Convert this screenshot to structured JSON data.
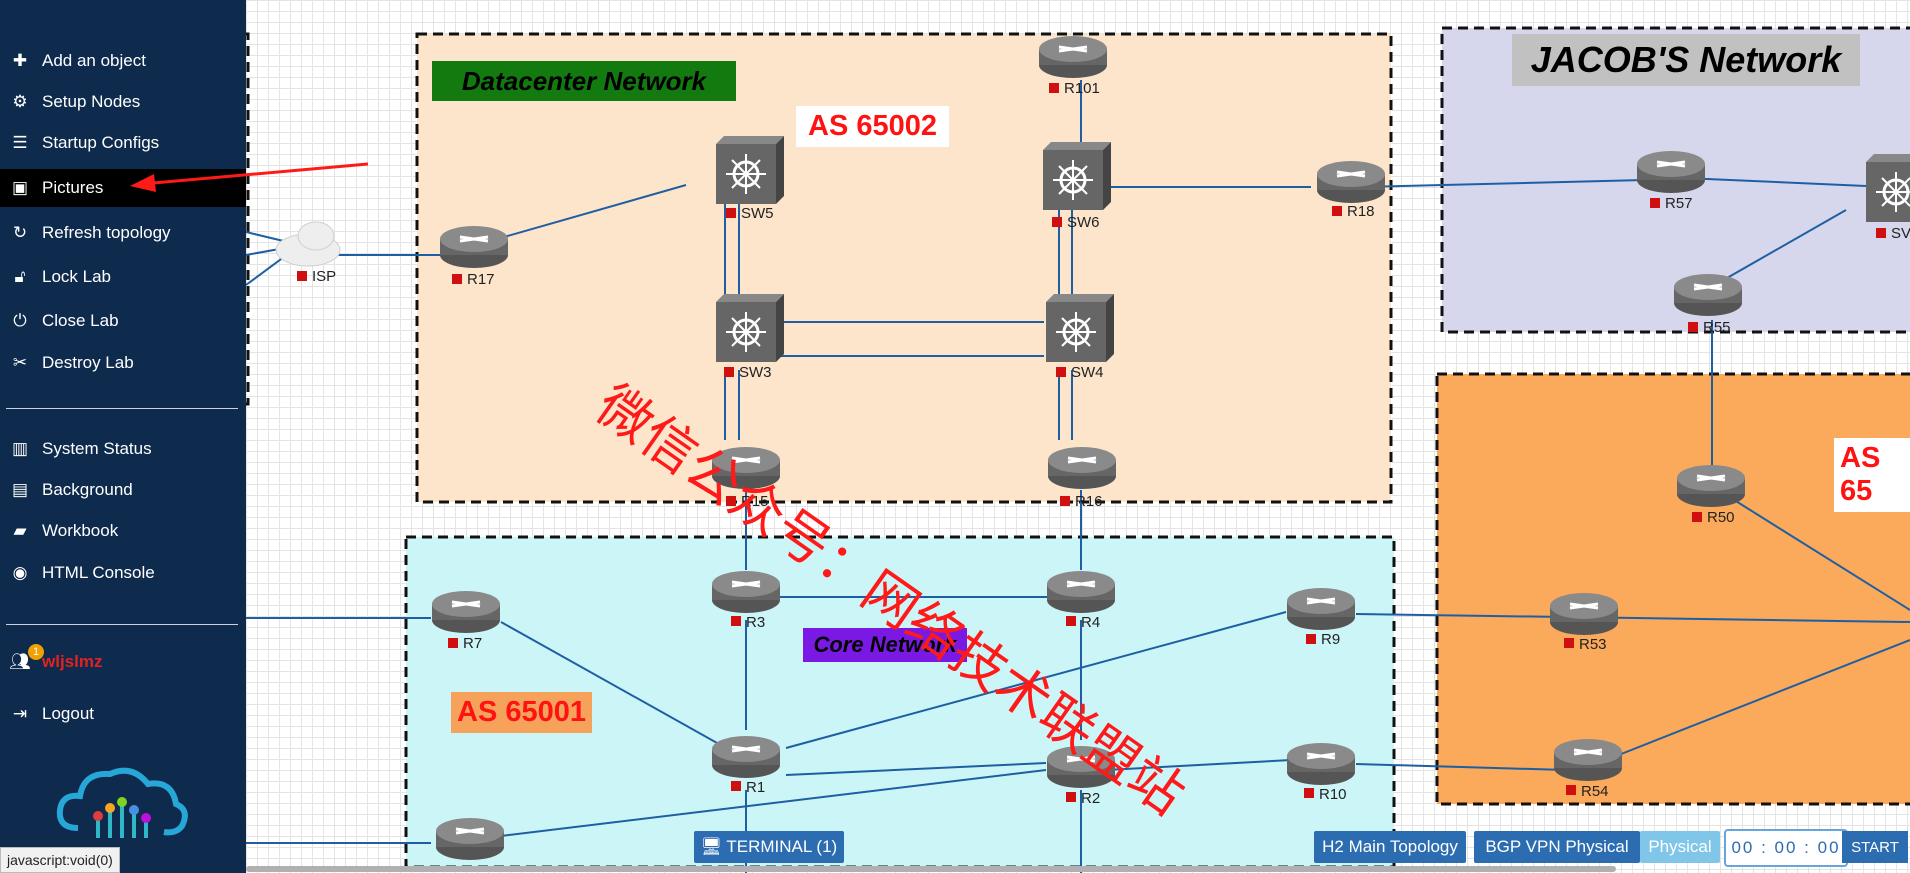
{
  "sidebar": {
    "items": [
      {
        "label": "Add an object",
        "icon": "plus-icon"
      },
      {
        "label": "Setup Nodes",
        "icon": "gears-icon"
      },
      {
        "label": "Startup Configs",
        "icon": "list-icon"
      },
      {
        "label": "Pictures",
        "icon": "image-icon"
      },
      {
        "label": "Refresh topology",
        "icon": "refresh-icon"
      },
      {
        "label": "Lock Lab",
        "icon": "unlock-icon"
      },
      {
        "label": "Close Lab",
        "icon": "power-icon"
      },
      {
        "label": "Destroy Lab",
        "icon": "unlink-icon"
      },
      {
        "label": "System Status",
        "icon": "bar-chart-icon"
      },
      {
        "label": "Background",
        "icon": "map-icon"
      },
      {
        "label": "Workbook",
        "icon": "book-icon"
      },
      {
        "label": "HTML Console",
        "icon": "toggle-icon"
      },
      {
        "label": "Logout",
        "icon": "sign-out-icon"
      }
    ],
    "user": {
      "name": "wljslmz",
      "badge": "1"
    }
  },
  "zones": {
    "datacenter": "Datacenter Network",
    "jacob": "JACOB'S Network",
    "core": "Core Network",
    "as65002": "AS 65002",
    "as65001": "AS 65001",
    "as65_partial": "AS 65"
  },
  "watermark": "微信公众号：网络技术联盟站",
  "nodes": {
    "ISP": "ISP",
    "R17": "R17",
    "SW5": "SW5",
    "SW3": "SW3",
    "R15": "R15",
    "R101": "R101",
    "SW6": "SW6",
    "SW4": "SW4",
    "R16": "R16",
    "R18": "R18",
    "R57": "R57",
    "R55": "R55",
    "R50": "R50",
    "R3": "R3",
    "R4": "R4",
    "R7": "R7",
    "R9": "R9",
    "R53": "R53",
    "R1": "R1",
    "R2": "R2",
    "R10": "R10",
    "R54": "R54",
    "SW_partial": "SV"
  },
  "bottom": {
    "terminal": "TERMINAL (1)",
    "tabs": [
      "H2 Main Topology",
      "BGP VPN Physical",
      "Physical"
    ],
    "clock": "00 : 00 : 00",
    "start": "START"
  },
  "status_bar": "javascript:void(0)",
  "colors": {
    "sidebar": "#0e2a4d",
    "datacenter": "#fde5cc",
    "jacob": "#d6d7ec",
    "core": "#ccf5f8",
    "right_zone": "#fba95a",
    "accent": "#2c6db2"
  }
}
